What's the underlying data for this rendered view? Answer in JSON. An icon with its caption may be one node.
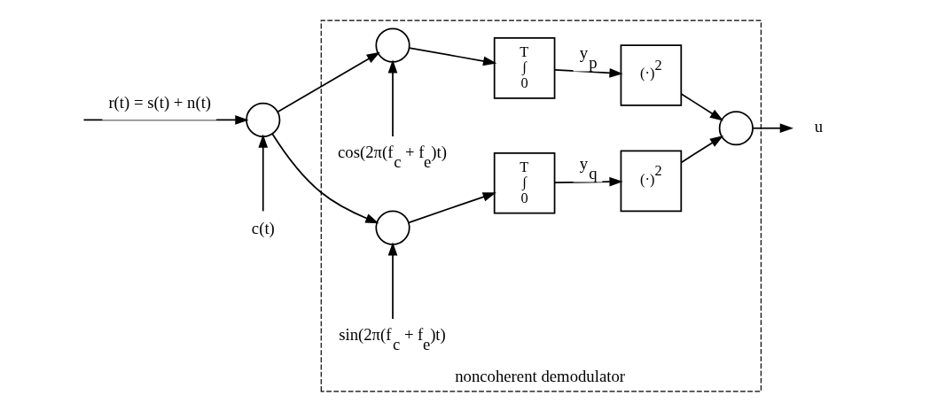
{
  "diagram": {
    "nodes": [
      {
        "text": [
          "noncoherent demodulator"
        ]
      },
      {
        "text": [
          "c(t)"
        ]
      },
      {
        "text": [],
        "shape": "circle"
      },
      {
        "text": [],
        "shape": "circle",
        "in": 0
      },
      {
        "text": [
          "cos(2π(f$_{c}$ + f$_{e}$)t)"
        ],
        "in": 0
      },
      {
        "text": [
          "T",
          "∫",
          "0"
        ],
        "in": 0
      },
      {
        "text": [
          "(·)$^{2}$"
        ],
        "in": 0
      },
      {
        "text": [],
        "shape": "circle",
        "in": 0
      },
      {
        "text": [
          "sin(2π(f$_{c}$ + f$_{e}$)t)"
        ],
        "in": 0
      },
      {
        "text": [
          "T",
          "∫",
          "0"
        ],
        "in": 0
      },
      {
        "text": [
          "(·)$^{2}$"
        ],
        "in": 0
      },
      {
        "text": [],
        "shape": "circle",
        "in": 0
      },
      {
        "text": [
          "u"
        ]
      }
    ],
    "edges": [
      {
        "from": null,
        "to": 2,
        "arrow": "to",
        "label": "r(t) = s(t) + n(t)"
      },
      {
        "from": 1,
        "to": 2,
        "arrow": "to"
      },
      {
        "from": 2,
        "to": 3,
        "arrow": "to"
      },
      {
        "from": 2,
        "to": 7,
        "arrow": "to"
      },
      {
        "from": 4,
        "to": 3,
        "arrow": "to"
      },
      {
        "from": 3,
        "to": 5,
        "arrow": "to"
      },
      {
        "from": 5,
        "to": 6,
        "arrow": "to",
        "label": "y$_{p}$"
      },
      {
        "from": 8,
        "to": 7,
        "arrow": "to"
      },
      {
        "from": 7,
        "to": 9,
        "arrow": "to"
      },
      {
        "from": 9,
        "to": 10,
        "arrow": "to",
        "label": "y$_{q}$"
      },
      {
        "from": 6,
        "to": 11,
        "arrow": "to"
      },
      {
        "from": 10,
        "to": 11,
        "arrow": "to"
      },
      {
        "from": 11,
        "to": 12,
        "arrow": "to"
      }
    ]
  }
}
